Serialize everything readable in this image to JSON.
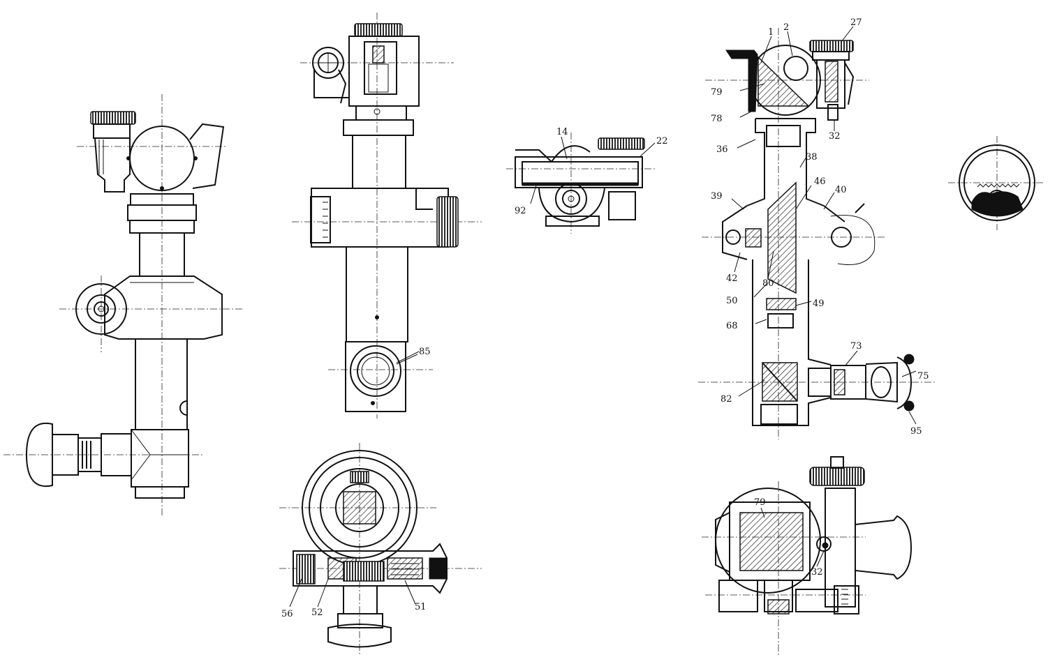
{
  "drawing": {
    "views": [
      {
        "id": "side-elevation",
        "callouts": []
      },
      {
        "id": "front-elevation",
        "callouts": [
          "85"
        ]
      },
      {
        "id": "top-view",
        "callouts": [
          "14",
          "22",
          "92"
        ]
      },
      {
        "id": "sectional-view",
        "callouts": [
          "1",
          "2",
          "27",
          "79",
          "78",
          "32",
          "36",
          "38",
          "46",
          "39",
          "40",
          "42",
          "80",
          "50",
          "49",
          "68",
          "73",
          "75",
          "82",
          "95"
        ]
      },
      {
        "id": "scale-detail",
        "callouts": []
      },
      {
        "id": "worm-drive-section",
        "callouts": [
          "56",
          "52",
          "51"
        ]
      },
      {
        "id": "prism-head-section",
        "callouts": [
          "79",
          "32"
        ]
      }
    ]
  },
  "labels": {
    "c85": "85",
    "c14": "14",
    "c22": "22",
    "c92a": "92",
    "c1": "1",
    "c2": "2",
    "c27": "27",
    "c79a": "79",
    "c78": "78",
    "c32a": "32",
    "c36": "36",
    "c38": "38",
    "c46": "46",
    "c39": "39",
    "c40": "40",
    "c42": "42",
    "c80": "80",
    "c50": "50",
    "c49": "49",
    "c68": "68",
    "c73": "73",
    "c75": "75",
    "c82": "82",
    "c95": "95",
    "c56": "56",
    "c52": "52",
    "c51": "51",
    "c79b": "79",
    "c32b": "32"
  }
}
